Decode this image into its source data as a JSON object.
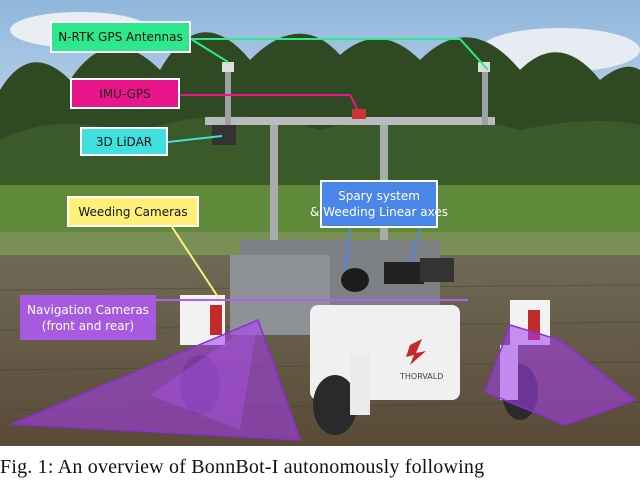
{
  "labels": {
    "gps": "N-RTK GPS Antennas",
    "imu": "IMU-GPS",
    "lidar": "3D LiDAR",
    "weeding_cameras": "Weeding Cameras",
    "spray_line1": "Spary system",
    "spray_line2": "& Weeding Linear axes",
    "nav_line1": "Navigation Cameras",
    "nav_line2": "(front and rear)",
    "robot_brand": "THORVALD"
  },
  "caption": "Fig. 1: An overview of BonnBot-I autonomously following",
  "colors": {
    "gps": "#2ee88e",
    "imu": "#e8168a",
    "lidar": "#3fe0de",
    "weeding": "#fff07a",
    "spray": "#4a86e8",
    "nav": "#a55ae0"
  }
}
